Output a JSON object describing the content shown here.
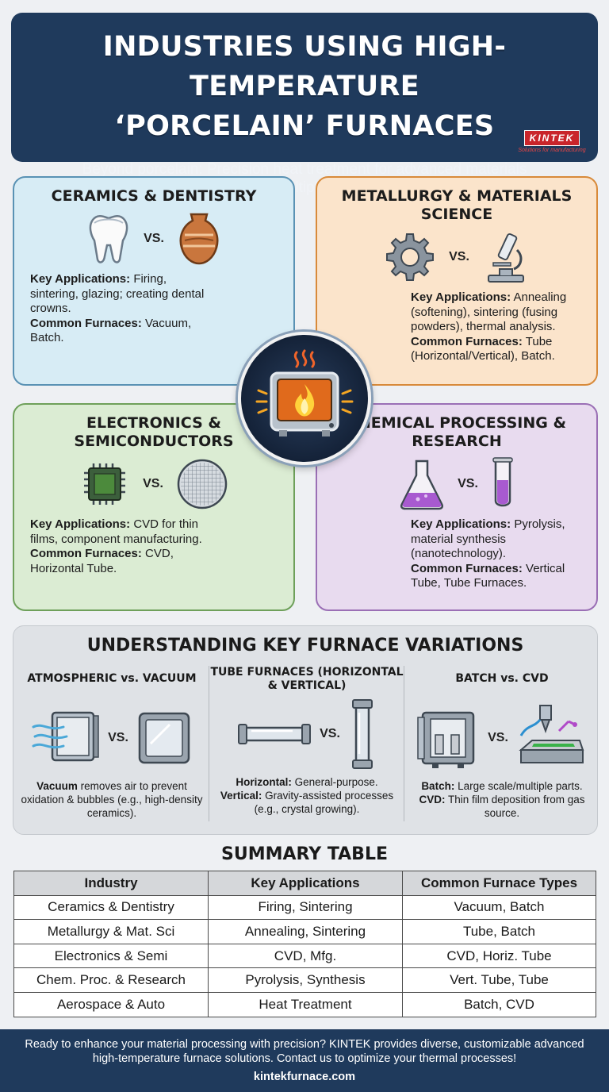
{
  "header": {
    "title_line1": "INDUSTRIES USING HIGH-TEMPERATURE",
    "title_line2": "‘PORCELAIN’ FURNACES",
    "subtitle": "Beyond porcelain: Precision heat treatment for advanced materials across multiple sectors.",
    "brand_name": "KINTEK",
    "brand_tagline": "Solutions for manufacturing"
  },
  "sectors": [
    {
      "title": "CERAMICS & DENTISTRY",
      "left_icon": "tooth-icon",
      "right_icon": "vase-icon",
      "vs": "VS.",
      "apps_label": "Key Applications:",
      "apps": "Firing, sintering, glazing; creating dental crowns.",
      "furnaces_label": "Common Furnaces:",
      "furnaces": "Vacuum, Batch."
    },
    {
      "title": "METALLURGY & MATERIALS SCIENCE",
      "left_icon": "gear-icon",
      "right_icon": "microscope-icon",
      "vs": "VS.",
      "apps_label": "Key Applications:",
      "apps": "Annealing (softening), sintering (fusing powders), thermal analysis.",
      "furnaces_label": "Common Furnaces:",
      "furnaces": "Tube (Horizontal/Vertical), Batch."
    },
    {
      "title": "ELECTRONICS & SEMICONDUCTORS",
      "left_icon": "chip-icon",
      "right_icon": "wafer-icon",
      "vs": "VS.",
      "apps_label": "Key Applications:",
      "apps": "CVD for thin films, component manufacturing.",
      "furnaces_label": "Common Furnaces:",
      "furnaces": "CVD, Horizontal Tube."
    },
    {
      "title": "CHEMICAL PROCESSING & RESEARCH",
      "left_icon": "flask-icon",
      "right_icon": "test-tube-icon",
      "vs": "VS.",
      "apps_label": "Key Applications:",
      "apps": "Pyrolysis, material synthesis (nanotechnology).",
      "furnaces_label": "Common Furnaces:",
      "furnaces": "Vertical Tube, Tube Furnaces."
    }
  ],
  "hub": {
    "icon": "furnace-flame-icon"
  },
  "variations": {
    "title": "UNDERSTANDING KEY FURNACE VARIATIONS",
    "items": [
      {
        "title": "ATMOSPHERIC vs. VACUUM",
        "vs": "VS.",
        "bold": "Vacuum",
        "text": "removes air to prevent oxidation & bubbles (e.g., high-density ceramics)."
      },
      {
        "title": "TUBE FURNACES (HORIZONTAL & VERTICAL)",
        "vs": "VS.",
        "bold1": "Horizontal:",
        "text1": "General-purpose.",
        "bold2": "Vertical:",
        "text2": "Gravity-assisted processes (e.g., crystal growing)."
      },
      {
        "title": "BATCH vs. CVD",
        "vs": "VS.",
        "bold1": "Batch:",
        "text1": "Large scale/multiple parts.",
        "bold2": "CVD:",
        "text2": "Thin film deposition from gas source."
      }
    ]
  },
  "table": {
    "title": "SUMMARY TABLE",
    "headers": [
      "Industry",
      "Key Applications",
      "Common Furnace Types"
    ],
    "rows": [
      [
        "Ceramics & Dentistry",
        "Firing, Sintering",
        "Vacuum, Batch"
      ],
      [
        "Metallurgy & Mat. Sci",
        "Annealing, Sintering",
        "Tube, Batch"
      ],
      [
        "Electronics & Semi",
        "CVD, Mfg.",
        "CVD, Horiz. Tube"
      ],
      [
        "Chem. Proc. & Research",
        "Pyrolysis, Synthesis",
        "Vert. Tube, Tube"
      ],
      [
        "Aerospace & Auto",
        "Heat Treatment",
        "Batch, CVD"
      ]
    ]
  },
  "footer": {
    "message": "Ready to enhance your material processing with precision? KINTEK provides diverse, customizable advanced high-temperature furnace solutions. Contact us to optimize your thermal processes!",
    "url": "kintekfurnace.com"
  }
}
